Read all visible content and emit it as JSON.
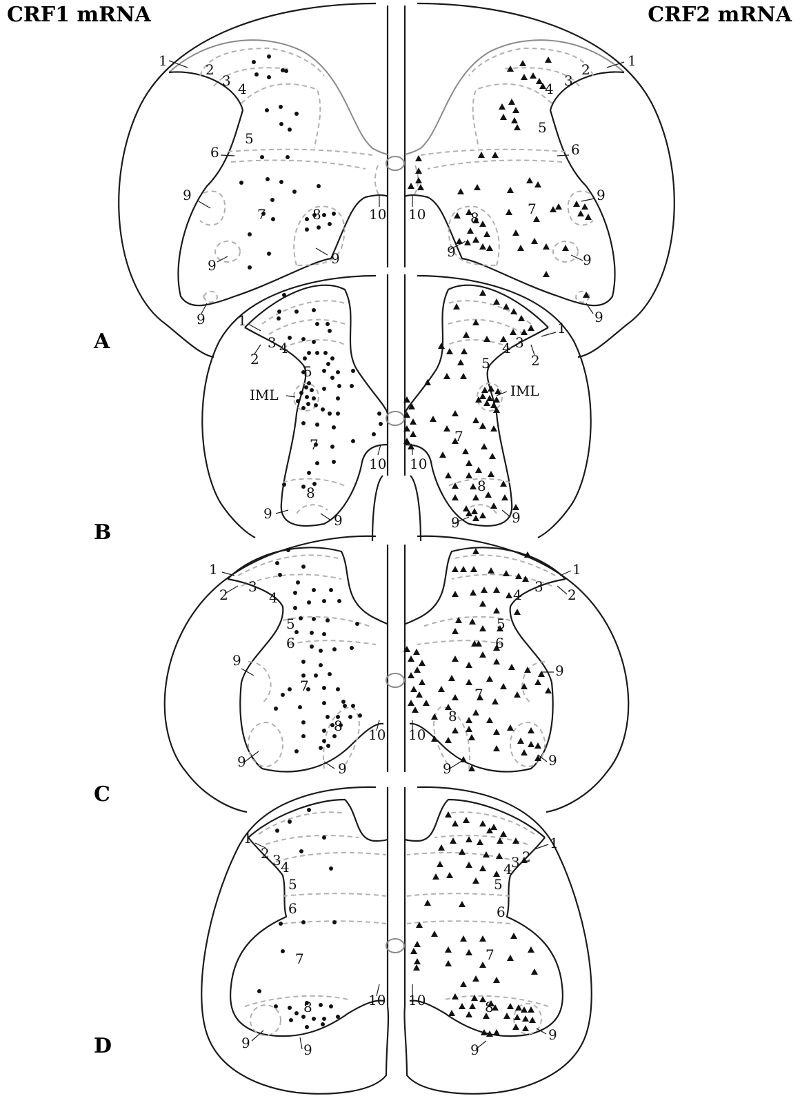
{
  "headings": {
    "left": "CRF1 mRNA",
    "right": "CRF2 mRNA"
  },
  "panels": [
    {
      "letter": "A",
      "left_labels": [
        "1",
        "2",
        "3",
        "4",
        "5",
        "6",
        "7",
        "8",
        "9",
        "9",
        "9",
        "9",
        "10"
      ],
      "right_labels": [
        "1",
        "2",
        "3",
        "4",
        "5",
        "6",
        "7",
        "8",
        "9",
        "9",
        "9",
        "9",
        "10"
      ]
    },
    {
      "letter": "B",
      "left_labels": [
        "1",
        "2",
        "3",
        "4",
        "5",
        "IML",
        "7",
        "8",
        "9",
        "9",
        "10"
      ],
      "right_labels": [
        "1",
        "2",
        "3",
        "4",
        "5",
        "IML",
        "7",
        "8",
        "9",
        "9",
        "10"
      ]
    },
    {
      "letter": "C",
      "left_labels": [
        "1",
        "2",
        "3",
        "4",
        "5",
        "6",
        "7",
        "8",
        "9",
        "9",
        "9",
        "10"
      ],
      "right_labels": [
        "1",
        "2",
        "3",
        "4",
        "5",
        "6",
        "7",
        "8",
        "9",
        "9",
        "9",
        "10"
      ]
    },
    {
      "letter": "D",
      "left_labels": [
        "1",
        "2",
        "3",
        "4",
        "5",
        "6",
        "7",
        "8",
        "9",
        "9",
        "10"
      ],
      "right_labels": [
        "1",
        "2",
        "3",
        "4",
        "5",
        "6",
        "7",
        "8",
        "9",
        "9",
        "10"
      ]
    }
  ],
  "legend_markers": {
    "left": "dot",
    "right": "triangle"
  },
  "colors": {
    "outline": "#1a1a1a",
    "lamina_boundary": "#b0b0b0",
    "marker": "#111111"
  }
}
